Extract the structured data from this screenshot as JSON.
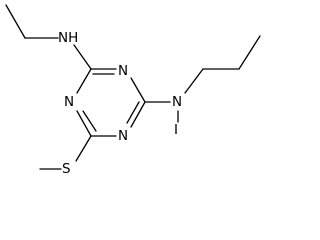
{
  "molecule": {
    "atoms": [
      {
        "id": "nh-ethylamino",
        "label": "NH"
      },
      {
        "id": "n-ring-top",
        "label": "N"
      },
      {
        "id": "n-ring-left",
        "label": "N"
      },
      {
        "id": "n-ring-bottom",
        "label": "N"
      },
      {
        "id": "n-propyl",
        "label": "N"
      },
      {
        "id": "s-methylthio",
        "label": "S"
      },
      {
        "id": "iodine",
        "label": "I"
      }
    ],
    "bond_color": "#000000",
    "label_color": "#000000"
  }
}
